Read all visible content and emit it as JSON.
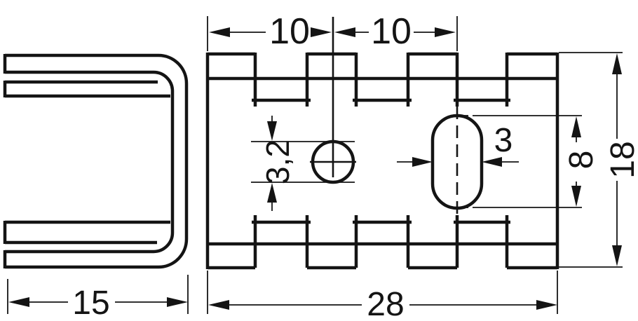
{
  "drawing": {
    "kind": "technical-dimension-drawing",
    "subject": "finned sheet-metal heatsink, side view and top view",
    "units_shown": "mm (implicit)"
  },
  "labels": {
    "side_width": "15",
    "pitch_left": "10",
    "pitch_right": "10",
    "hole_diameter": "3,2",
    "slot_width": "3",
    "slot_height": "8",
    "overall_height": "18",
    "overall_length": "28"
  },
  "colors": {
    "ink": "#141414",
    "paper": "#ffffff"
  }
}
